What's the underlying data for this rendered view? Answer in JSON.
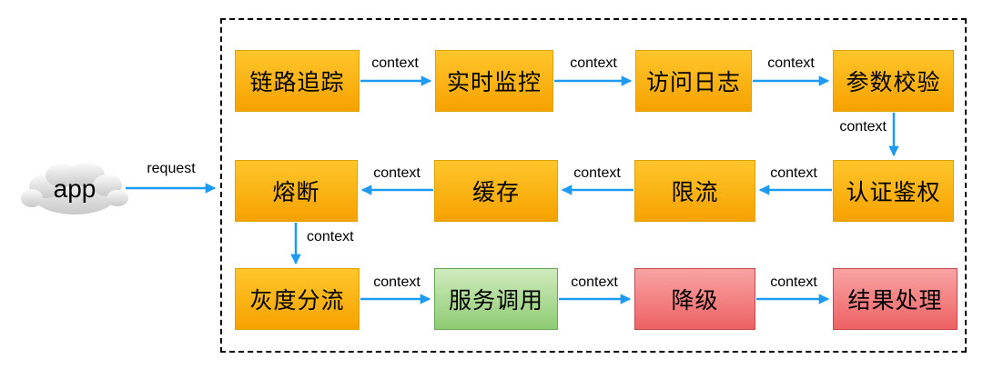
{
  "source": {
    "label": "app"
  },
  "labels": {
    "request": "request",
    "context": "context"
  },
  "nodes": {
    "trace": "链路追踪",
    "monitor": "实时监控",
    "access_log": "访问日志",
    "param_check": "参数校验",
    "auth": "认证鉴权",
    "rate_limit": "限流",
    "cache": "缓存",
    "circuit_break": "熔断",
    "gray_release": "灰度分流",
    "service_call": "服务调用",
    "degrade": "降级",
    "result": "结果处理"
  },
  "colors": {
    "arrow": "#1E9BF0",
    "node_orange": "#F6A200",
    "node_green": "#8FCB72",
    "node_red": "#EE6264",
    "boundary": "#000000",
    "cloud": "#D2D2D2"
  },
  "edges": [
    {
      "from": "app",
      "to": "pipeline-boundary",
      "label": "request"
    },
    {
      "from": "trace",
      "to": "monitor",
      "label": "context"
    },
    {
      "from": "monitor",
      "to": "access_log",
      "label": "context"
    },
    {
      "from": "access_log",
      "to": "param_check",
      "label": "context"
    },
    {
      "from": "param_check",
      "to": "auth",
      "label": "context"
    },
    {
      "from": "auth",
      "to": "rate_limit",
      "label": "context"
    },
    {
      "from": "rate_limit",
      "to": "cache",
      "label": "context"
    },
    {
      "from": "cache",
      "to": "circuit_break",
      "label": "context"
    },
    {
      "from": "circuit_break",
      "to": "gray_release",
      "label": "context"
    },
    {
      "from": "gray_release",
      "to": "service_call",
      "label": "context"
    },
    {
      "from": "service_call",
      "to": "degrade",
      "label": "context"
    },
    {
      "from": "degrade",
      "to": "result",
      "label": "context"
    }
  ]
}
